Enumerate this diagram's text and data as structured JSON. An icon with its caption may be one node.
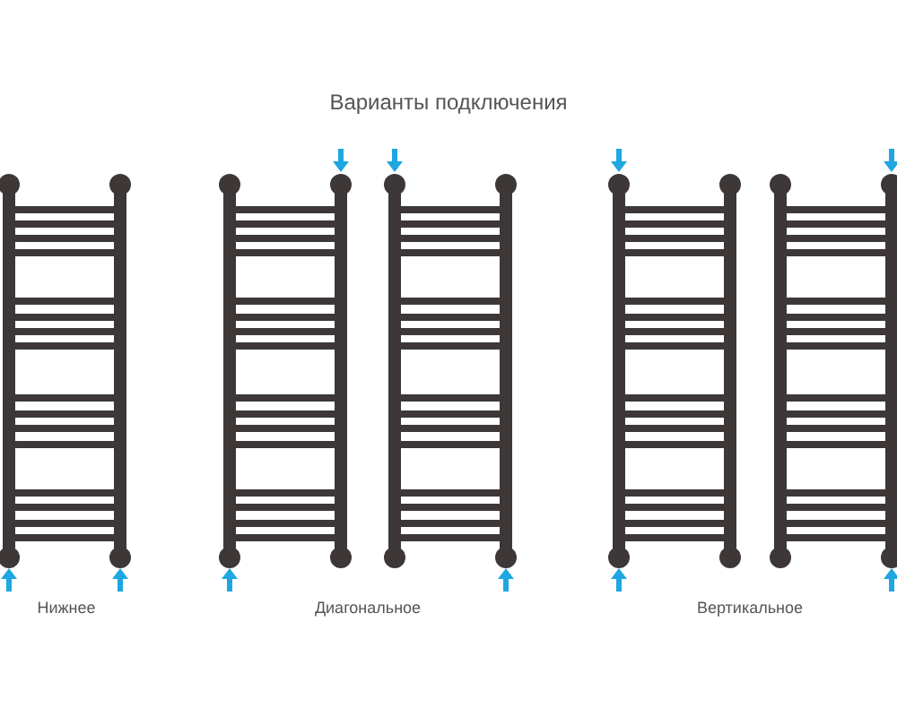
{
  "diagram": {
    "title": "Варианты подключения",
    "labels": [
      "Нижнее",
      "Диагональное",
      "Вертикальное"
    ]
  }
}
